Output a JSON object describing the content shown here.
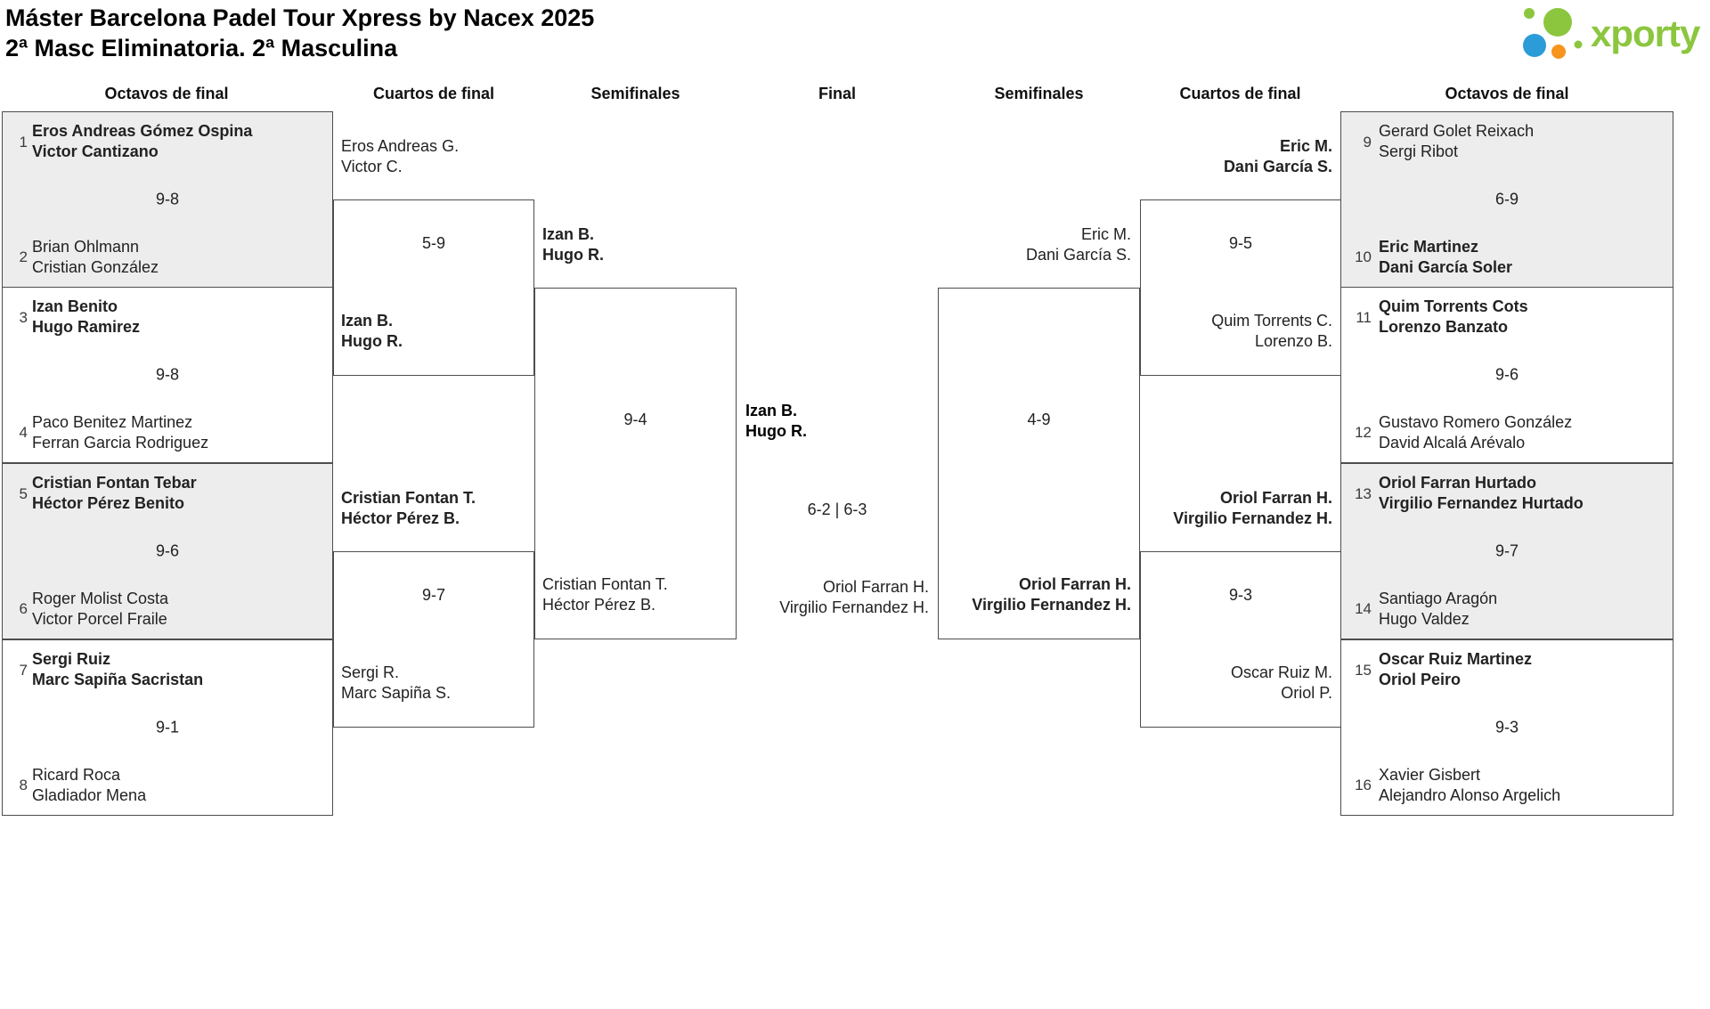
{
  "header": {
    "title": "Máster Barcelona Padel Tour Xpress by Nacex 2025",
    "subtitle": "2ª Masc Eliminatoria. 2ª Masculina"
  },
  "logo": {
    "text": "xporty",
    "green": "#8cc63f",
    "blue": "#2b9cd8",
    "orange": "#f7941e"
  },
  "columns": [
    "Octavos de final",
    "Cuartos de final",
    "Semifinales",
    "Final",
    "Semifinales",
    "Cuartos de final",
    "Octavos de final"
  ],
  "l16": [
    {
      "seed_top": "1",
      "top_a": "Eros Andreas Gómez Ospina",
      "top_b": "Victor Cantizano",
      "score": "9-8",
      "seed_bot": "2",
      "bot_a": "Brian Ohlmann",
      "bot_b": "Cristian González",
      "winner": "top"
    },
    {
      "seed_top": "3",
      "top_a": "Izan Benito",
      "top_b": "Hugo Ramirez",
      "score": "9-8",
      "seed_bot": "4",
      "bot_a": "Paco Benitez Martinez",
      "bot_b": "Ferran Garcia Rodriguez",
      "winner": "top"
    },
    {
      "seed_top": "5",
      "top_a": "Cristian Fontan Tebar",
      "top_b": "Héctor Pérez Benito",
      "score": "9-6",
      "seed_bot": "6",
      "bot_a": "Roger Molist Costa",
      "bot_b": "Victor Porcel Fraile",
      "winner": "top"
    },
    {
      "seed_top": "7",
      "top_a": "Sergi Ruiz",
      "top_b": "Marc Sapiña Sacristan",
      "score": "9-1",
      "seed_bot": "8",
      "bot_a": "Ricard Roca",
      "bot_b": "Gladiador Mena",
      "winner": "top"
    }
  ],
  "r16": [
    {
      "seed_top": "9",
      "top_a": "Gerard Golet Reixach",
      "top_b": "Sergi Ribot",
      "score": "6-9",
      "seed_bot": "10",
      "bot_a": "Eric Martinez",
      "bot_b": "Dani García Soler",
      "winner": "bottom"
    },
    {
      "seed_top": "11",
      "top_a": "Quim Torrents Cots",
      "top_b": "Lorenzo Banzato",
      "score": "9-6",
      "seed_bot": "12",
      "bot_a": "Gustavo Romero González",
      "bot_b": "David Alcalá Arévalo",
      "winner": "top"
    },
    {
      "seed_top": "13",
      "top_a": "Oriol Farran Hurtado",
      "top_b": "Virgilio Fernandez Hurtado",
      "score": "9-7",
      "seed_bot": "14",
      "bot_a": "Santiago Aragón",
      "bot_b": "Hugo Valdez",
      "winner": "top"
    },
    {
      "seed_top": "15",
      "top_a": "Oscar Ruiz Martinez",
      "top_b": "Oriol Peiro",
      "score": "9-3",
      "seed_bot": "16",
      "bot_a": "Xavier Gisbert",
      "bot_b": "Alejandro Alonso Argelich",
      "winner": "top"
    }
  ],
  "lqf": [
    {
      "top_a": "Eros Andreas G.",
      "top_b": "Victor C.",
      "score": "5-9",
      "bot_a": "Izan B.",
      "bot_b": "Hugo R.",
      "winner": "bottom"
    },
    {
      "top_a": "Cristian Fontan T.",
      "top_b": "Héctor Pérez B.",
      "score": "9-7",
      "bot_a": "Sergi R.",
      "bot_b": "Marc Sapiña S.",
      "winner": "top"
    }
  ],
  "rqf": [
    {
      "top_a": "Eric M.",
      "top_b": "Dani García S.",
      "score": "9-5",
      "bot_a": "Quim Torrents C.",
      "bot_b": "Lorenzo B.",
      "winner": "top"
    },
    {
      "top_a": "Oriol Farran H.",
      "top_b": "Virgilio Fernandez H.",
      "score": "9-3",
      "bot_a": "Oscar Ruiz M.",
      "bot_b": "Oriol P.",
      "winner": "top"
    }
  ],
  "lsf": {
    "top_a": "Izan B.",
    "top_b": "Hugo R.",
    "score": "9-4",
    "bot_a": "Cristian Fontan T.",
    "bot_b": "Héctor Pérez B.",
    "winner": "top"
  },
  "rsf": {
    "top_a": "Eric M.",
    "top_b": "Dani García S.",
    "score": "4-9",
    "bot_a": "Oriol Farran H.",
    "bot_b": "Virgilio Fernandez H.",
    "winner": "bottom"
  },
  "final": {
    "top_a": "Izan B.",
    "top_b": "Hugo R.",
    "score": "6-2 | 6-3",
    "bot_a": "Oriol Farran H.",
    "bot_b": "Virgilio Fernandez H.",
    "winner": "top"
  }
}
